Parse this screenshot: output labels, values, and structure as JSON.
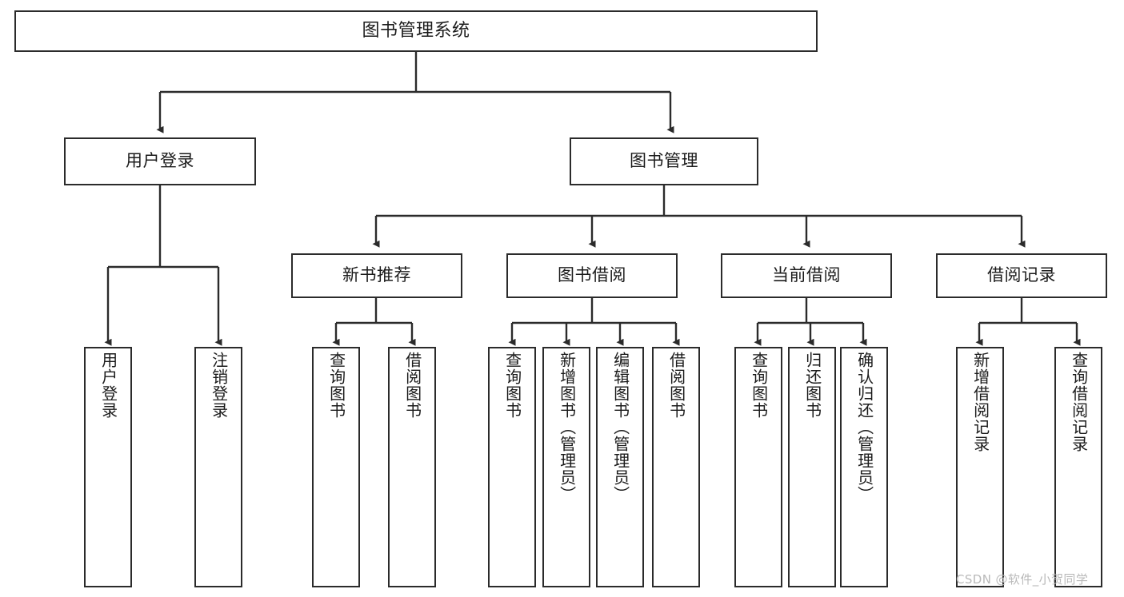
{
  "diagram": {
    "title": "图书管理系统",
    "watermark": "CSDN @软件_小贺同学",
    "colors": {
      "stroke": "#2b2b2b",
      "fill": "#ffffff",
      "text": "#1b1b1b",
      "watermark": "#b9b9b9"
    },
    "nodes": {
      "root": "图书管理系统",
      "user_login": "用户登录",
      "book_manage": "图书管理",
      "new_book_rec": "新书推荐",
      "book_borrow": "图书借阅",
      "current_borrow": "当前借阅",
      "borrow_record": "借阅记录",
      "leaf_user_login": "用户登录",
      "leaf_logout": "注销登录",
      "leaf_query_book_1": "查询图书",
      "leaf_borrow_book_1": "借阅图书",
      "leaf_query_book_2": "查询图书",
      "leaf_add_book_admin": "新增图书（管理员）",
      "leaf_edit_book_admin": "编辑图书（管理员）",
      "leaf_borrow_book_2": "借阅图书",
      "leaf_query_book_3": "查询图书",
      "leaf_return_book": "归还图书",
      "leaf_confirm_return_admin": "确认归还（管理员）",
      "leaf_add_borrow_record": "新增借阅记录",
      "leaf_query_borrow_record": "查询借阅记录"
    }
  }
}
